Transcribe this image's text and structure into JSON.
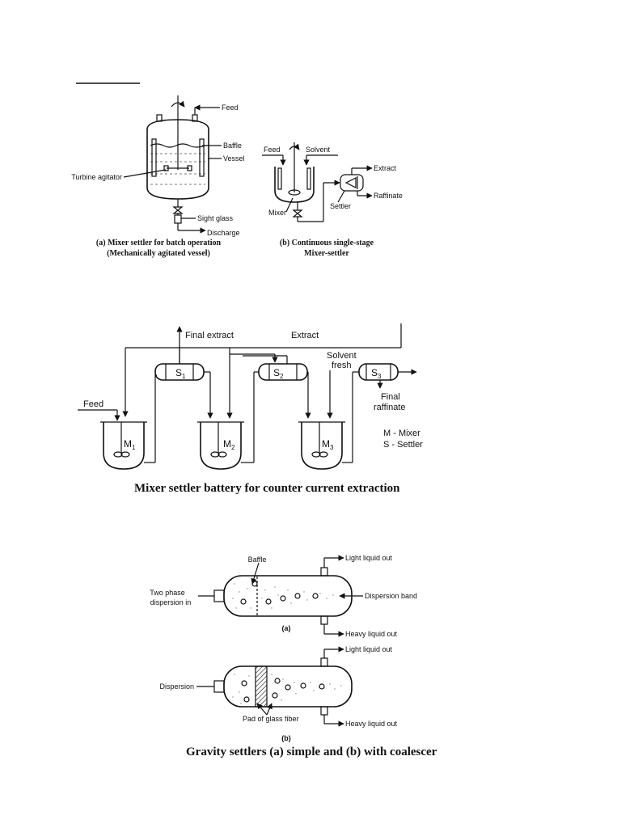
{
  "fig1a": {
    "feed": "Feed",
    "baffle": "Baffle",
    "vessel": "Vessel",
    "turbine": "Turbine agitator",
    "sight_glass": "Sight glass",
    "discharge": "Discharge",
    "caption_line1": "(a) Mixer settler for batch operation",
    "caption_line2": "(Mechanically agitated vessel)"
  },
  "fig1b": {
    "feed": "Feed",
    "solvent": "Solvent",
    "extract": "Extract",
    "raffinate": "Raffinate",
    "mixer": "Mixer",
    "settler": "Settler",
    "caption_line1": "(b) Continuous single-stage",
    "caption_line2": "Mixer-settler"
  },
  "fig2": {
    "final_extract": "Final extract",
    "extract": "Extract",
    "solvent": "Solvent",
    "fresh": "fresh",
    "feed": "Feed",
    "final": "Final",
    "raffinate": "raffinate",
    "settler_prefix": "S",
    "mixer_prefix": "M",
    "settler_subs": [
      "1",
      "2",
      "3"
    ],
    "mixer_subs": [
      "1",
      "2",
      "3"
    ],
    "legend_mixer": "M - Mixer",
    "legend_settler": "S - Settler",
    "caption": "Mixer settler battery for counter current extraction"
  },
  "fig3a": {
    "baffle": "Baffle",
    "light_out": "Light liquid out",
    "two_phase_line1": "Two phase",
    "two_phase_line2": "dispersion in",
    "dispersion_band": "Dispersion band",
    "heavy_out": "Heavy liquid out",
    "label": "(a)"
  },
  "fig3b": {
    "light_out": "Light liquid out",
    "dispersion": "Dispersion",
    "pad": "Pad of glass fiber",
    "heavy_out": "Heavy liquid out",
    "label": "(b)",
    "caption": "Gravity settlers (a) simple and (b) with coalescer"
  }
}
